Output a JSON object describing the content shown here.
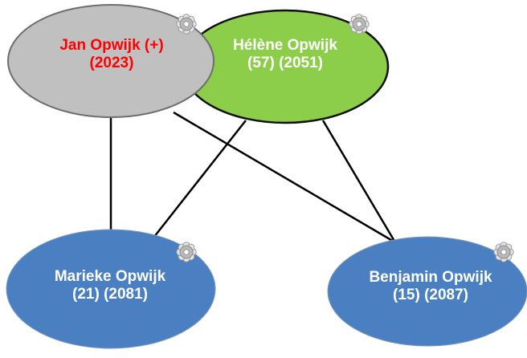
{
  "persons": [
    {
      "id": "jan",
      "name": "Jan Opwijk (+)",
      "info": "(2023)",
      "fill": "#c0c0c0",
      "text_color": "#ff0000"
    },
    {
      "id": "helene",
      "name": "Hélène Opwijk",
      "info": "(57) (2051)",
      "fill": "#8ccd4a",
      "text_color": "#ffffff"
    },
    {
      "id": "marieke",
      "name": "Marieke Opwijk",
      "info": "(21) (2081)",
      "fill": "#4a7fc1",
      "text_color": "#ffffff"
    },
    {
      "id": "benjamin",
      "name": "Benjamin Opwijk",
      "info": "(15) (2087)",
      "fill": "#4a7fc1",
      "text_color": "#ffffff"
    }
  ],
  "relations": [
    {
      "from": "jan",
      "to": "marieke"
    },
    {
      "from": "jan",
      "to": "benjamin"
    },
    {
      "from": "helene",
      "to": "marieke"
    },
    {
      "from": "helene",
      "to": "benjamin"
    }
  ],
  "colors": {
    "line": "#000000",
    "outline_dark": "#222222",
    "outline_light": "#6e6e6e",
    "gear": "#b8b8b8"
  },
  "icons": {
    "settings": "gear-icon"
  }
}
